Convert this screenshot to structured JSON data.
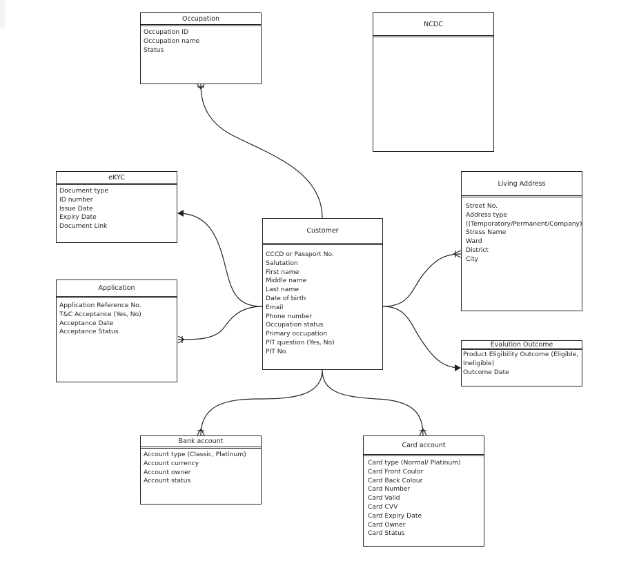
{
  "entities": {
    "occupation": {
      "title": "Occupation",
      "attributes": [
        "Occupation ID",
        "Occupation name",
        "Status"
      ]
    },
    "ncdc": {
      "title": "NCDC",
      "attributes": []
    },
    "ekyc": {
      "title": "eKYC",
      "attributes": [
        "Document type",
        "ID number",
        "Issue Date",
        "Expiry Date",
        "Document Link"
      ]
    },
    "customer": {
      "title": "Customer",
      "attributes": [
        "CCCD or Passport No.",
        "Salutation",
        "First name",
        "Middle name",
        "Last name",
        "Date of birth",
        "Email",
        "Phone number",
        "Occupation status",
        "Primary occupation",
        "PIT question (Yes, No)",
        "PIT No."
      ]
    },
    "living_address": {
      "title": "Living Address",
      "attributes": [
        "Street No.",
        "Address type",
        "((Temporatory/Permanent/Company)",
        "Stress Name",
        "Ward",
        "District",
        "City"
      ]
    },
    "application": {
      "title": "Application",
      "attributes": [
        "Application Reference No.",
        "T&C Acceptance (Yes, No)",
        "Acceptance Date",
        "Acceptance Status"
      ]
    },
    "evaluation_outcome": {
      "title": "Evalution Outcome",
      "attributes": [
        "Product Eligibility Outcome (Eligible, Ineligible)",
        "Outcome Date"
      ]
    },
    "bank_account": {
      "title": "Bank account",
      "attributes": [
        "Account type (Classic, Platinum)",
        "Account currency",
        "Account owner",
        "Account status"
      ]
    },
    "card_account": {
      "title": "Card account",
      "attributes": [
        "Card type (Normal/ Platinum)",
        "Card Front Coulor",
        "Card Back Colour",
        "Card Number",
        "Card Valid",
        "Card CVV",
        "Card Expiry Date",
        "Card Owner",
        "Card Status"
      ]
    }
  },
  "relationships": [
    {
      "from": "customer",
      "to": "occupation",
      "end": "one-or-many"
    },
    {
      "from": "customer",
      "to": "ekyc",
      "end": "arrow"
    },
    {
      "from": "customer",
      "to": "application",
      "end": "one-or-many"
    },
    {
      "from": "customer",
      "to": "living_address",
      "end": "one-or-many"
    },
    {
      "from": "customer",
      "to": "evaluation_outcome",
      "end": "arrow"
    },
    {
      "from": "customer",
      "to": "bank_account",
      "end": "one-or-many"
    },
    {
      "from": "customer",
      "to": "card_account",
      "end": "one-or-many"
    }
  ],
  "colors": {
    "line": "#222222",
    "background": "#ffffff"
  }
}
